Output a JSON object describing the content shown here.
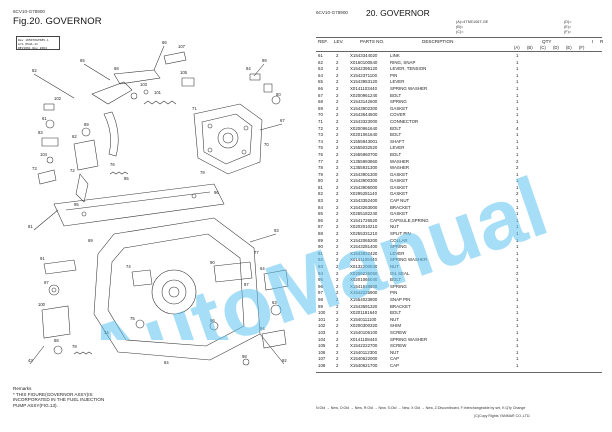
{
  "left": {
    "model": "6CV10-G78900",
    "fig_title": "Fig.20.  GOVERNOR",
    "stamp_lines": [
      "Rev 105070GTR85-1",
      "Arb  054A-11",
      "REV1001  Nov 2004"
    ],
    "callouts": [
      "82",
      "65",
      "66",
      "99",
      "67",
      "68",
      "103",
      "101",
      "102",
      "61",
      "83",
      "104",
      "73",
      "62",
      "72",
      "107",
      "105",
      "84",
      "80",
      "71",
      "70",
      "79",
      "89",
      "76",
      "85",
      "96",
      "81",
      "95",
      "93",
      "77",
      "90",
      "74",
      "75",
      "86",
      "87",
      "91",
      "97",
      "100",
      "88",
      "78",
      "64",
      "63",
      "94",
      "98",
      "92",
      "43",
      "69",
      "34",
      "84"
    ],
    "remarks_title": "Remarks",
    "remarks_lines": [
      "* THIS FIGURE(GOVERNOR ASSY)IS",
      "INCORPORATED IN THE FUEL INJECTION",
      "PUMP ASSY(FIG.13)."
    ]
  },
  "right": {
    "model": "6CV10-G78900",
    "title": "20.  GOVERNOR",
    "notes_left": [
      "(A)=4TNE106T-GE",
      "(B)=",
      "(C)="
    ],
    "notes_right": [
      "(D)=",
      "(E)=",
      "(F)="
    ],
    "headers": {
      "ref": "REF.",
      "lev": "LEV.",
      "parts_no": "PARTS NO.",
      "description": "DESCRIPTION",
      "qty": "QTY",
      "i": "I",
      "r": "R"
    },
    "qty_cols": [
      "(A)",
      "(B)",
      "(C)",
      "(D)",
      "(E)",
      "(F)"
    ],
    "rows": [
      {
        "ref": "61",
        "lev": "2",
        "pn": "X1543344020",
        "desc": "LINK",
        "qa": "1",
        "qb": ""
      },
      {
        "ref": "62",
        "lev": "2",
        "pn": "X0160100540",
        "desc": "RING, SNAP",
        "qa": "1",
        "qb": ""
      },
      {
        "ref": "63",
        "lev": "2",
        "pn": "X1542395120",
        "desc": "LEVER, TENSION",
        "qa": "1",
        "qb": ""
      },
      {
        "ref": "64",
        "lev": "2",
        "pn": "X1542371100",
        "desc": "PIN",
        "qa": "1",
        "qb": ""
      },
      {
        "ref": "65",
        "lev": "2",
        "pn": "X1543953120",
        "desc": "LEVER",
        "qa": "1",
        "qb": ""
      },
      {
        "ref": "66",
        "lev": "2",
        "pn": "X0141103440",
        "desc": "SPRING WASHER",
        "qa": "1",
        "qb": ""
      },
      {
        "ref": "67",
        "lev": "2",
        "pn": "X0200961240",
        "desc": "BOLT",
        "qa": "1",
        "qb": ""
      },
      {
        "ref": "68",
        "lev": "2",
        "pn": "X1543142600",
        "desc": "SPRING",
        "qa": "1",
        "qb": ""
      },
      {
        "ref": "69",
        "lev": "2",
        "pn": "X1543902300",
        "desc": "GASKET",
        "qa": "1",
        "qb": ""
      },
      {
        "ref": "70",
        "lev": "2",
        "pn": "X1543644500",
        "desc": "COVER",
        "qa": "1",
        "qb": ""
      },
      {
        "ref": "71",
        "lev": "2",
        "pn": "X1543323000",
        "desc": "CONNECTOR",
        "qa": "1",
        "qb": ""
      },
      {
        "ref": "72",
        "lev": "2",
        "pn": "X0200961640",
        "desc": "BOLT",
        "qa": "4",
        "qb": ""
      },
      {
        "ref": "73",
        "lev": "2",
        "pn": "X0201061640",
        "desc": "BOLT",
        "qa": "1",
        "qb": ""
      },
      {
        "ref": "74",
        "lev": "2",
        "pn": "X1555943001",
        "desc": "SHAFT",
        "qa": "1",
        "qb": ""
      },
      {
        "ref": "75",
        "lev": "2",
        "pn": "X1555032520",
        "desc": "LEVER",
        "qa": "1",
        "qb": ""
      },
      {
        "ref": "76",
        "lev": "2",
        "pn": "X1555960700",
        "desc": "BOLT",
        "qa": "1",
        "qb": ""
      },
      {
        "ref": "77",
        "lev": "2",
        "pn": "X1355993860",
        "desc": "WASHER",
        "qa": "2",
        "qb": ""
      },
      {
        "ref": "78",
        "lev": "2",
        "pn": "X1355931300",
        "desc": "WASHER",
        "qa": "2",
        "qb": ""
      },
      {
        "ref": "79",
        "lev": "2",
        "pn": "X1543901300",
        "desc": "GASKET",
        "qa": "1",
        "qb": ""
      },
      {
        "ref": "80",
        "lev": "2",
        "pn": "X1543900300",
        "desc": "GASKET",
        "qa": "1",
        "qb": ""
      },
      {
        "ref": "81",
        "lev": "2",
        "pn": "X1543905000",
        "desc": "GASKET",
        "qa": "1",
        "qb": ""
      },
      {
        "ref": "82",
        "lev": "2",
        "pn": "X0295281140",
        "desc": "GASKET",
        "qa": "2",
        "qb": ""
      },
      {
        "ref": "83",
        "lev": "2",
        "pn": "X1543352400",
        "desc": "CAP NUT",
        "qa": "1",
        "qb": ""
      },
      {
        "ref": "84",
        "lev": "2",
        "pn": "X1543263000",
        "desc": "BRACKET",
        "qa": "1",
        "qb": ""
      },
      {
        "ref": "85",
        "lev": "2",
        "pn": "X0255182240",
        "desc": "GASKET",
        "qa": "1",
        "qb": ""
      },
      {
        "ref": "86",
        "lev": "2",
        "pn": "X1541726520",
        "desc": "CAPSULE,SPRING",
        "qa": "1",
        "qb": ""
      },
      {
        "ref": "87",
        "lev": "2",
        "pn": "X0202010210",
        "desc": "NUT",
        "qa": "1",
        "qb": ""
      },
      {
        "ref": "88",
        "lev": "2",
        "pn": "X0255331210",
        "desc": "SPLIT PIN",
        "qa": "1",
        "qb": ""
      },
      {
        "ref": "89",
        "lev": "2",
        "pn": "X1542065200",
        "desc": "COLLAR",
        "qa": "1",
        "qb": ""
      },
      {
        "ref": "90",
        "lev": "2",
        "pn": "X1543281400",
        "desc": "SPRING",
        "qa": "1",
        "qb": ""
      },
      {
        "ref": "91",
        "lev": "2",
        "pn": "X1543832420",
        "desc": "LEVER",
        "qa": "1",
        "qb": ""
      },
      {
        "ref": "92",
        "lev": "2",
        "pn": "X0141108440",
        "desc": "SPRING WASHER",
        "qa": "1",
        "qb": ""
      },
      {
        "ref": "93",
        "lev": "2",
        "pn": "X0132200040",
        "desc": "NUT",
        "qa": "1",
        "qb": ""
      },
      {
        "ref": "94",
        "lev": "2",
        "pn": "X0256236050",
        "desc": "OIL SEAL",
        "qa": "2",
        "qb": ""
      },
      {
        "ref": "95",
        "lev": "2",
        "pn": "X0201065040",
        "desc": "BOLT",
        "qa": "1",
        "qb": ""
      },
      {
        "ref": "96",
        "lev": "2",
        "pn": "X1541638800",
        "desc": "SPRING",
        "qa": "1",
        "qb": ""
      },
      {
        "ref": "97",
        "lev": "2",
        "pn": "X1542225900",
        "desc": "PIN",
        "qa": "1",
        "qb": ""
      },
      {
        "ref": "98",
        "lev": "2",
        "pn": "X1554023800",
        "desc": "SNAP PIN",
        "qa": "1",
        "qb": ""
      },
      {
        "ref": "99",
        "lev": "2",
        "pn": "X1543591320",
        "desc": "BRACKET",
        "qa": "1",
        "qb": ""
      },
      {
        "ref": "100",
        "lev": "2",
        "pn": "X0201181640",
        "desc": "BOLT",
        "qa": "1",
        "qb": ""
      },
      {
        "ref": "101",
        "lev": "2",
        "pn": "X1540111100",
        "desc": "NUT",
        "qa": "1",
        "qb": ""
      },
      {
        "ref": "102",
        "lev": "2",
        "pn": "X0200300320",
        "desc": "SHIM",
        "qa": "1",
        "qb": ""
      },
      {
        "ref": "103",
        "lev": "2",
        "pn": "X1540106100",
        "desc": "SCREW",
        "qa": "1",
        "qb": ""
      },
      {
        "ref": "104",
        "lev": "2",
        "pn": "X0141108440",
        "desc": "SPRING WASHER",
        "qa": "1",
        "qb": ""
      },
      {
        "ref": "105",
        "lev": "2",
        "pn": "X1542222700",
        "desc": "SCREW",
        "qa": "1",
        "qb": ""
      },
      {
        "ref": "106",
        "lev": "2",
        "pn": "X1540112300",
        "desc": "NUT",
        "qa": "1",
        "qb": ""
      },
      {
        "ref": "107",
        "lev": "2",
        "pn": "X1540622000",
        "desc": "CAP",
        "qa": "1",
        "qb": ""
      },
      {
        "ref": "108",
        "lev": "2",
        "pn": "X1540621700",
        "desc": "CAP",
        "qa": "1",
        "qb": ""
      }
    ],
    "footer": "N:Old → New,  O:Old → New,  R:Old → New,  S:Old → New,  X:Old → New,  Z:Discontinued,  F:Interchangeable by set,  K:Q'ty Change",
    "copyright": "(C)Copy Rights YANMAR CO.,LTD."
  },
  "watermark": {
    "text": "AutoManual",
    "color": "#5ec3f0"
  }
}
